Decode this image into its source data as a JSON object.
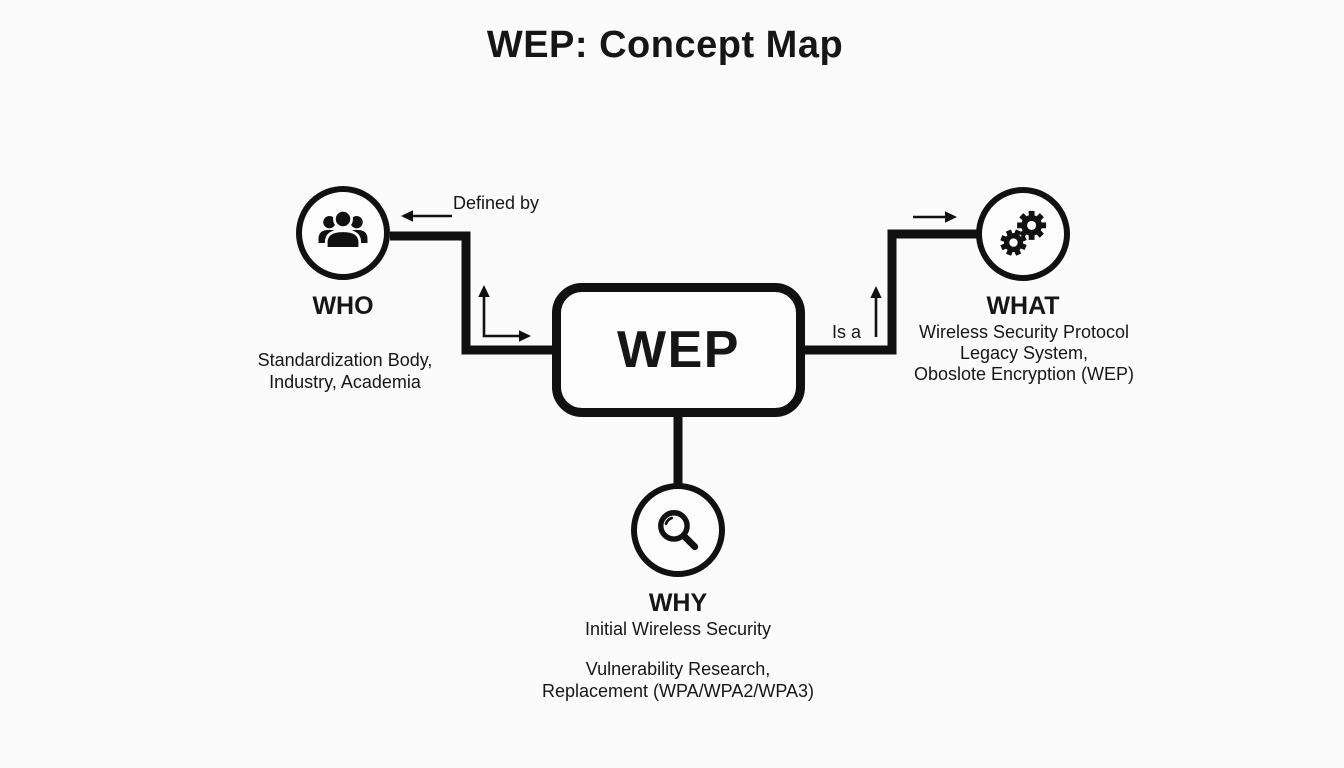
{
  "title": "WEP: Concept Map",
  "center": {
    "label": "WEP"
  },
  "nodes": {
    "who": {
      "label": "WHO",
      "icon": "people-group-icon",
      "description": [
        "Standardization Body,",
        "Industry, Academia"
      ]
    },
    "what": {
      "label": "WHAT",
      "icon": "gears-icon",
      "description": [
        "Wireless Security Protocol",
        "Legacy System,",
        "Oboslote Encryption (WEP)"
      ]
    },
    "why": {
      "label": "WHY",
      "icon": "magnifier-icon",
      "description": [
        "Initial Wireless Security"
      ],
      "description_secondary": [
        "Vulnerability Research,",
        "Replacement (WPA/WPA2/WPA3)"
      ]
    }
  },
  "edges": {
    "defined_by": {
      "label": "Defined by"
    },
    "is_a": {
      "label": "Is a"
    }
  },
  "colors": {
    "ink": "#161616",
    "line": "#111111",
    "background": "#fbfbfb"
  }
}
